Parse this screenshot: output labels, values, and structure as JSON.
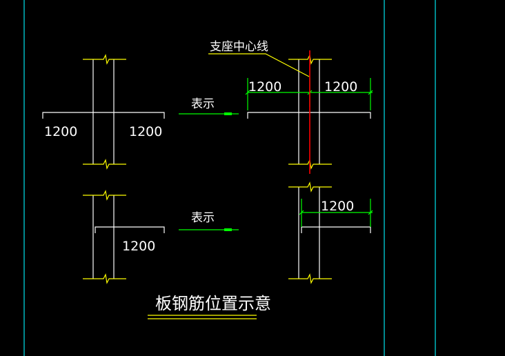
{
  "drawing": {
    "title": "板钢筋位置示意",
    "support_centerline_label": "支座中心线",
    "arrow_labels": [
      "表示",
      "表示"
    ],
    "dimensions": {
      "top_left": [
        "1200",
        "1200"
      ],
      "top_right": [
        "1200",
        "1200"
      ],
      "bottom_left": "1200",
      "bottom_right": "1200"
    }
  },
  "colors": {
    "background": "#000000",
    "frame": "#00e5ee",
    "wall": "#ffffff",
    "break_line": "#ffff00",
    "dimension": "#00ff00",
    "centerline": "#ff0000"
  }
}
